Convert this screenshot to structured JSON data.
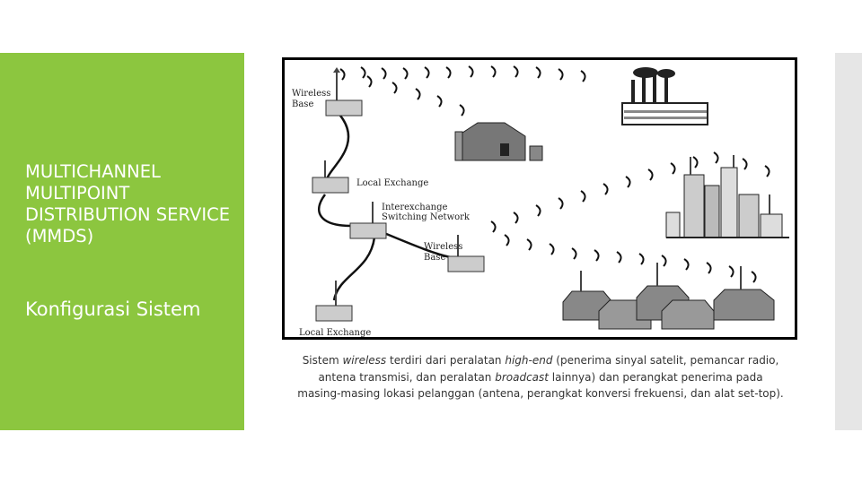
{
  "slide": {
    "title": "MULTICHANNEL MULTIPOINT DISTRIBUTION SERVICE (MMDS)",
    "subtitle": "Konfigurasi Sistem"
  },
  "diagram": {
    "labels": {
      "wireless_base_top": [
        "Wireless",
        "Base"
      ],
      "local_exchange_top": "Local Exchange",
      "interexchange": [
        "Interexchange",
        "Switching Network"
      ],
      "wireless_base_mid": [
        "Wireless",
        "Base"
      ],
      "local_exchange_bottom": "Local Exchange"
    }
  },
  "caption": {
    "p1": "Sistem ",
    "e1": "wireless",
    "p2": " terdiri dari peralatan ",
    "e2": "high-end",
    "p3": " (penerima sinyal satelit, pemancar radio, antena transmisi, dan peralatan ",
    "e3": "broadcast",
    "p4": " lainnya) dan perangkat penerima pada masing-masing lokasi pelanggan (antena, perangkat konversi frekuensi, dan alat set-top)."
  },
  "colors": {
    "accent_green": "#8cc63f",
    "side_gray": "#e6e6e6"
  }
}
